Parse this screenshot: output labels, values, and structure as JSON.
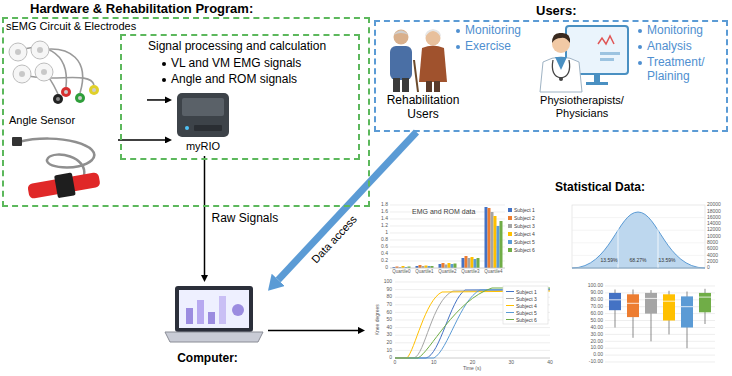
{
  "diagram": {
    "nodes": [
      {
        "text": [
          "Hardware & Rehabilitation Program:"
        ]
      },
      {
        "text": [
          "sEMG Circuit & Electrodes"
        ],
        "in": 0
      },
      {
        "text": [
          "Signal processing and calculation",
          "VL and VM EMG signals",
          "Angle and ROM signals"
        ],
        "in": 0
      },
      {
        "text": [
          "myRIO"
        ],
        "in": 2
      },
      {
        "text": [
          "Angle Sensor"
        ],
        "in": 0
      },
      {
        "text": [
          "Users:"
        ]
      },
      {
        "text": [
          "Rehabilitation Users",
          "Monitoring",
          "Exercise"
        ],
        "in": 5
      },
      {
        "text": [
          "Physiotherapists/ Physicians",
          "Monitoring",
          "Analysis",
          "Treatment/ Plaining"
        ],
        "in": 5
      },
      {
        "text": [
          "Computer:"
        ]
      },
      {
        "text": [
          "Statistical Data:"
        ]
      }
    ],
    "edges": [
      {
        "from": 1,
        "to": 3,
        "arrow": "to"
      },
      {
        "from": 4,
        "to": 3,
        "arrow": "to"
      },
      {
        "from": 3,
        "to": 8,
        "label": "Raw Signals",
        "arrow": "to"
      },
      {
        "from": 5,
        "to": 8,
        "label": "Data access",
        "arrow": "to"
      },
      {
        "from": 8,
        "to": 9,
        "arrow": "to"
      }
    ],
    "labels": [
      "EMG and ROM data",
      "1.8",
      "1.6",
      "1.4",
      "1.2",
      "1",
      "0.8",
      "0.6",
      "0.4",
      "0.2",
      "0",
      "Quartile0",
      "Quartile1",
      "Quartile2",
      "Quartile3",
      "Quartile4",
      "20000",
      "18000",
      "16000",
      "14000",
      "12000",
      "10000",
      "8000",
      "6000",
      "4000",
      "2000",
      "0",
      "13.59%",
      "68.27%",
      "13.59%",
      "100",
      "90",
      "80",
      "70",
      "60",
      "50",
      "40",
      "30",
      "20",
      "10",
      "0",
      "0",
      "10",
      "20",
      "30",
      "40",
      "Knee degrees",
      "Time (s)",
      "100.00",
      "90.00",
      "80.00",
      "70.00",
      "60.00",
      "50.00",
      "40.00",
      "30.00",
      "20.00",
      "10.00",
      "0.00",
      "-10.00"
    ],
    "legend": [
      {
        "text": "Subject 1",
        "color": "#4472C4"
      },
      {
        "text": "Subject 2",
        "color": "#ED7D31"
      },
      {
        "text": "Subject 3",
        "color": "#A5A5A5"
      },
      {
        "text": "Subject 4",
        "color": "#FFC000"
      },
      {
        "text": "Subject 5",
        "color": "#5B9BD5"
      },
      {
        "text": "Subject 6",
        "color": "#70AD47"
      },
      {
        "text": "Subject 1"
      },
      {
        "text": "Subject 3"
      },
      {
        "text": "Subject 4"
      },
      {
        "text": "Subject 5"
      },
      {
        "text": "Subject 6"
      }
    ]
  }
}
